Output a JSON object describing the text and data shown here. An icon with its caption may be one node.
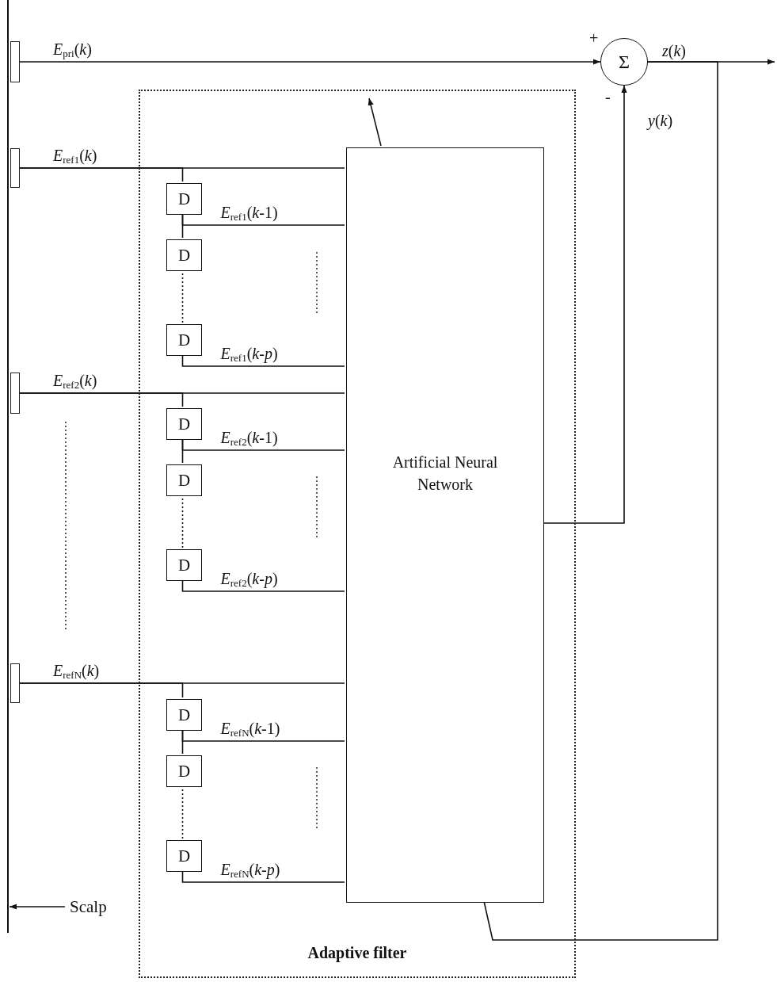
{
  "diagram": {
    "nodes": [
      {
        "text": [],
        "shape": "bar"
      },
      {
        "text": [],
        "shape": "box"
      },
      {
        "text": [
          "Σ"
        ]
      },
      {
        "text": [
          "Adaptive filter"
        ]
      },
      {
        "text": [
          "Artificial Neural Network"
        ],
        "in": 3
      },
      {
        "text": [],
        "shape": "box"
      },
      {
        "text": [
          "D"
        ],
        "in": 3
      },
      {
        "text": [
          "D"
        ],
        "in": 3
      },
      {
        "text": [
          "D"
        ],
        "in": 3
      },
      {
        "text": [],
        "shape": "box"
      },
      {
        "text": [
          "D"
        ],
        "in": 3
      },
      {
        "text": [
          "D"
        ],
        "in": 3
      },
      {
        "text": [
          "D"
        ],
        "in": 3
      },
      {
        "text": [],
        "shape": "box"
      },
      {
        "text": [
          "D"
        ],
        "in": 3
      },
      {
        "text": [
          "D"
        ],
        "in": 3
      },
      {
        "text": [
          "D"
        ],
        "in": 3
      },
      {
        "text": [
          "Scalp"
        ]
      }
    ],
    "edges": [
      {
        "from": 1,
        "to": 2,
        "arrow": "to",
        "label": "*E*$_{pri}$(*k*)"
      },
      {
        "from": 2,
        "to": null,
        "arrow": "to",
        "label": "*z*(*k*)"
      },
      {
        "from": 4,
        "to": 2,
        "arrow": "to",
        "label": "*y*(*k*)"
      },
      {
        "from": 2,
        "to": 4,
        "arrow": "none"
      },
      {
        "from": 4,
        "to": null,
        "arrow": "to"
      },
      {
        "from": 5,
        "to": 4,
        "arrow": "none",
        "label": "*E*$_{ref1}$(*k*)"
      },
      {
        "from": 5,
        "to": 6,
        "arrow": "none"
      },
      {
        "from": 6,
        "to": 7,
        "arrow": "none"
      },
      {
        "from": 7,
        "to": 8,
        "arrow": "none",
        "style": "dashed"
      },
      {
        "from": 6,
        "to": 4,
        "arrow": "none",
        "label": "*E*$_{ref1}$(*k*-1)"
      },
      {
        "from": 8,
        "to": 4,
        "arrow": "none",
        "label": "*E*$_{ref1}$(*k*-*p*)"
      },
      {
        "from": 9,
        "to": 4,
        "arrow": "none",
        "label": "*E*$_{ref2}$(*k*)"
      },
      {
        "from": 9,
        "to": 10,
        "arrow": "none"
      },
      {
        "from": 10,
        "to": 11,
        "arrow": "none"
      },
      {
        "from": 11,
        "to": 12,
        "arrow": "none",
        "style": "dashed"
      },
      {
        "from": 10,
        "to": 4,
        "arrow": "none",
        "label": "*E*$_{ref2}$(*k*-1)"
      },
      {
        "from": 12,
        "to": 4,
        "arrow": "none",
        "label": "*E*$_{ref2}$(*k*-*p*)"
      },
      {
        "from": 13,
        "to": 4,
        "arrow": "none",
        "label": "*E*$_{refN}$(*k*)"
      },
      {
        "from": 13,
        "to": 14,
        "arrow": "none"
      },
      {
        "from": 14,
        "to": 15,
        "arrow": "none"
      },
      {
        "from": 15,
        "to": 16,
        "arrow": "none",
        "style": "dashed"
      },
      {
        "from": 14,
        "to": 4,
        "arrow": "none",
        "label": "*E*$_{refN}$(*k*-1)"
      },
      {
        "from": 16,
        "to": 4,
        "arrow": "none",
        "label": "*E*$_{refN}$(*k*-*p*)"
      },
      {
        "from": 17,
        "to": 0,
        "arrow": "to"
      }
    ],
    "labels": [
      "+",
      "-"
    ]
  }
}
